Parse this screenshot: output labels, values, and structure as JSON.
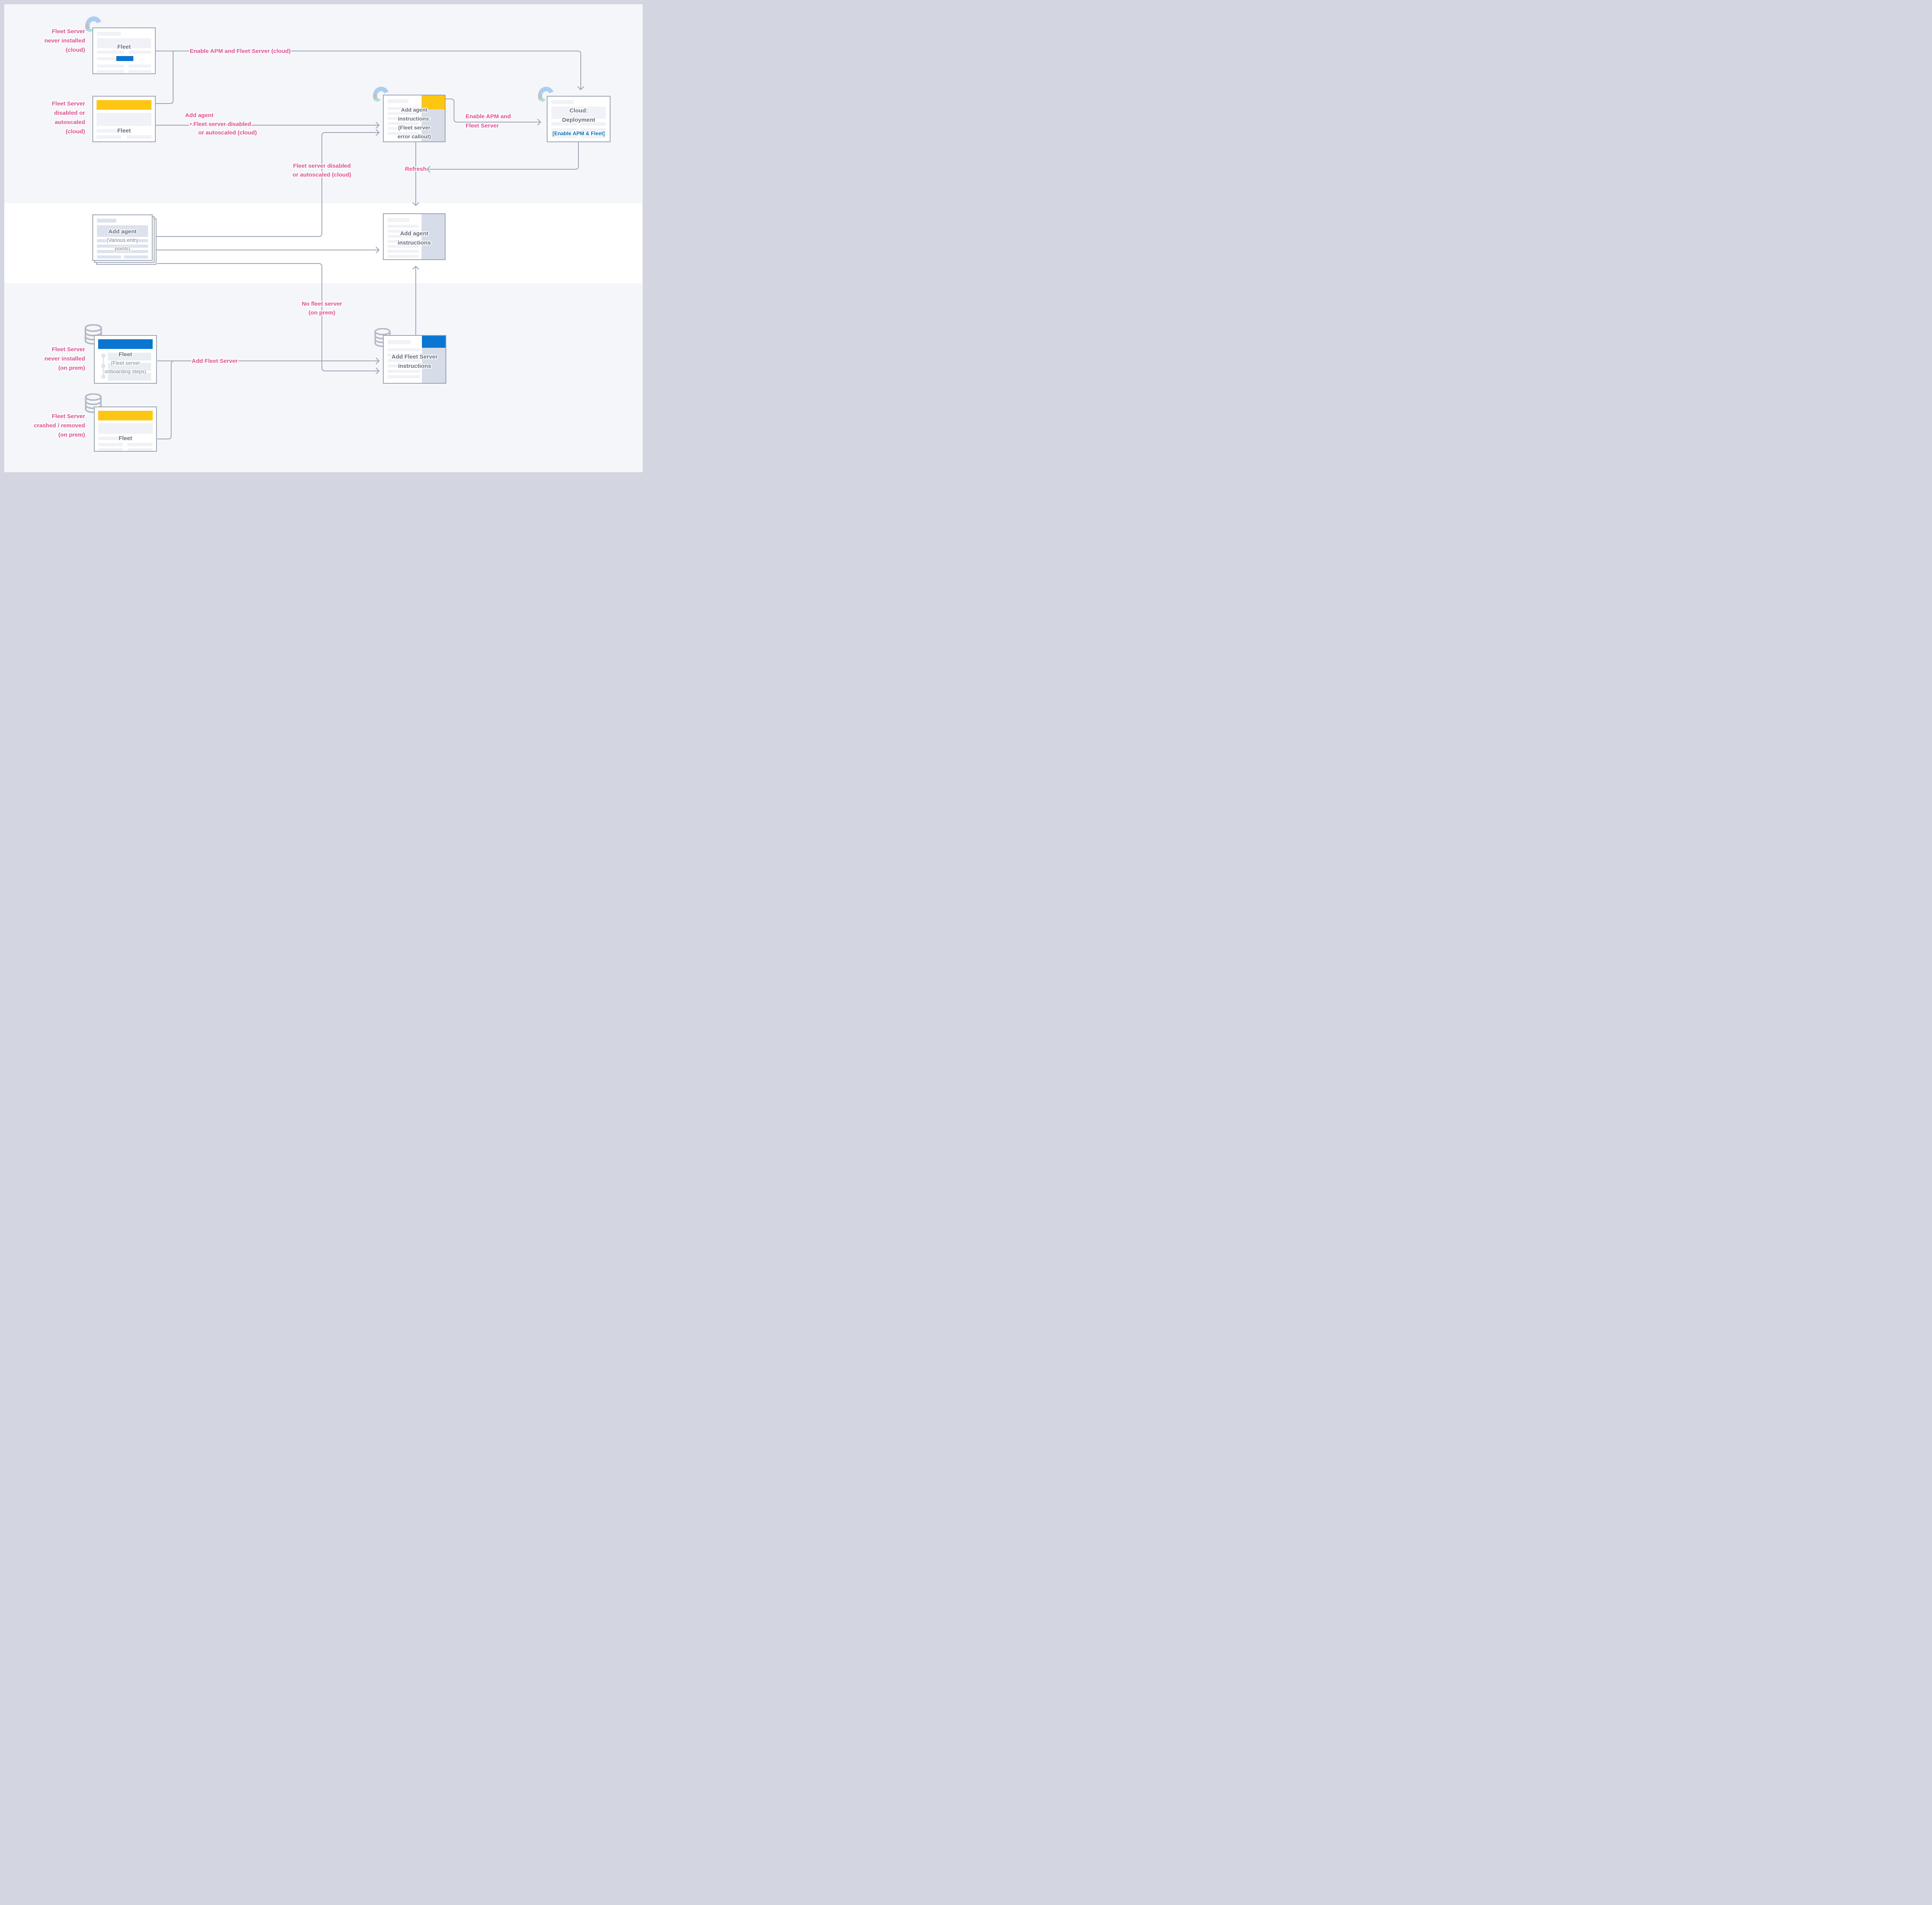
{
  "colors": {
    "pink": "#ef4d96",
    "yellow": "#fdc612",
    "blue": "#0b76d1",
    "link_blue": "#0b74c9",
    "card_text_gray": "#69707d",
    "line_gray": "#98a2b3",
    "band_light": "#f4f6fa",
    "band_white": "#ffffff",
    "side_panel": "#d6dce8"
  },
  "scenario_labels": {
    "cloud_never_installed": [
      "Fleet Server",
      "never installed",
      "(cloud)"
    ],
    "cloud_disabled": [
      "Fleet Server",
      "disabled or",
      "autoscaled",
      "(cloud)"
    ],
    "onprem_never_installed": [
      "Fleet Server",
      "never installed",
      "(on prem)"
    ],
    "onprem_crashed": [
      "Fleet Server",
      "crashed / removed",
      "(on prem)"
    ]
  },
  "connector_labels": {
    "enable_apm_cloud": "Enable APM and Fleet Server (cloud)",
    "add_agent_bullet": [
      "Add agent",
      "• Fleet server disabled",
      "or autoscaled (cloud)"
    ],
    "fleet_disabled_vertical": [
      "Fleet server disabled",
      "or autoscaled (cloud)"
    ],
    "refresh": "Refresh",
    "enable_apm": [
      "Enable APM and",
      "Fleet Server"
    ],
    "no_fleet_server": [
      "No fleet server",
      "(on prem)"
    ],
    "add_fleet_server": "Add Fleet Server"
  },
  "cards": {
    "fleet_cloud_1": {
      "title": "Fleet"
    },
    "fleet_cloud_2": {
      "title": "Fleet"
    },
    "add_agent_error": {
      "lines": [
        "Add agent",
        "instructions:",
        "(Fleet server",
        "error callout)"
      ]
    },
    "cloud_deployment": {
      "lines": [
        "Cloud:",
        "Deployment"
      ],
      "link": "[Enable APM & Fleet]"
    },
    "add_agent_entry": {
      "title": "Add agent",
      "subtitle": [
        "(Various entry",
        "points)"
      ]
    },
    "add_agent_instructions": {
      "lines": [
        "Add agent",
        "instructions"
      ]
    },
    "fleet_onboarding": {
      "title": "Fleet",
      "subtitle": [
        "(Fleet server",
        "onboarding steps)"
      ]
    },
    "fleet_crashed": {
      "title": "Fleet"
    },
    "add_fleet_server_instructions": {
      "lines": [
        "Add Fleet Server",
        "instructions"
      ]
    }
  },
  "icons": {
    "elastic_logo": "elastic-logo-icon",
    "database": "database-icon"
  }
}
